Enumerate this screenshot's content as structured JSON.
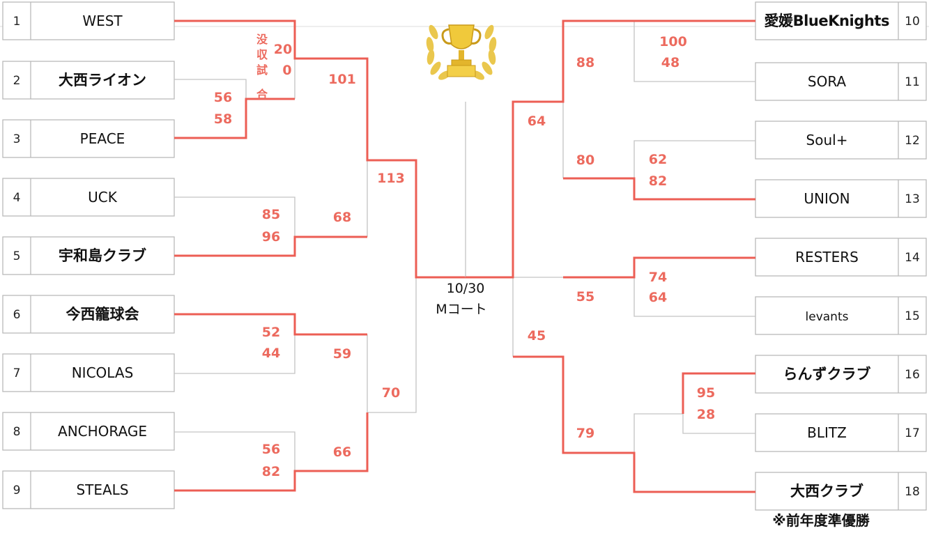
{
  "left_teams": [
    {
      "seed": "1",
      "name": "WEST"
    },
    {
      "seed": "2",
      "name": "大西ライオン"
    },
    {
      "seed": "3",
      "name": "PEACE"
    },
    {
      "seed": "4",
      "name": "UCK"
    },
    {
      "seed": "5",
      "name": "宇和島クラブ"
    },
    {
      "seed": "6",
      "name": "今西籠球会"
    },
    {
      "seed": "7",
      "name": "NICOLAS"
    },
    {
      "seed": "8",
      "name": "ANCHORAGE"
    },
    {
      "seed": "9",
      "name": "STEALS"
    }
  ],
  "right_teams": [
    {
      "seed": "10",
      "name": "愛媛BlueKnights"
    },
    {
      "seed": "11",
      "name": "SORA"
    },
    {
      "seed": "12",
      "name": "Soul+"
    },
    {
      "seed": "13",
      "name": "UNION"
    },
    {
      "seed": "14",
      "name": "RESTERS"
    },
    {
      "seed": "15",
      "name": "levants"
    },
    {
      "seed": "16",
      "name": "らんずクラブ"
    },
    {
      "seed": "17",
      "name": "BLITZ"
    },
    {
      "seed": "18",
      "name": "大西クラブ"
    }
  ],
  "scores": {
    "g2v3_a": "56",
    "g2v3_b": "58",
    "forfeit_label": "没収試合",
    "g1_a": "20",
    "g1_b": "0",
    "g4v5_a": "85",
    "g4v5_b": "96",
    "g6v7_a": "52",
    "g6v7_b": "44",
    "g8v9_a": "56",
    "g8v9_b": "82",
    "sf1_a": "101",
    "sf1_b": "68",
    "sf2_a": "59",
    "sf2_b": "66",
    "lf_a": "113",
    "lf_b": "70",
    "g10v11_a": "100",
    "g10v11_b": "48",
    "g12v13_a": "62",
    "g12v13_b": "82",
    "g14v15_a": "74",
    "g14v15_b": "64",
    "g16v17_a": "95",
    "g16v17_b": "28",
    "rsf1_a": "88",
    "rsf1_b": "80",
    "rsf2_a": "55",
    "rsf2_b": "79",
    "rf_a": "64",
    "rf_b": "45"
  },
  "final": {
    "date": "10/30",
    "court": "Mコート"
  },
  "note": "※前年度準優勝",
  "colors": {
    "winner_line": "#ec5e54",
    "score": "#ec6a5e",
    "trophy": "#e8c23a"
  },
  "icons": {
    "trophy": "trophy-icon"
  }
}
